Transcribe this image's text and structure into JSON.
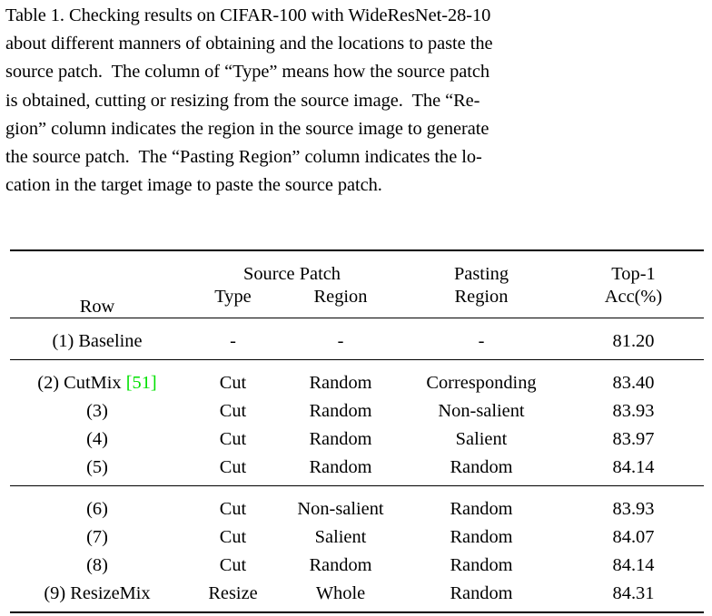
{
  "caption": {
    "label": "Table 1.",
    "lines": [
      "Table 1. Checking results on CIFAR-100 with WideResNet-28-10",
      "about different manners of obtaining and the locations to paste the",
      "source patch.  The column of “Type” means how the source patch",
      "is obtained, cutting or resizing from the source image.  The “Re-",
      "gion” column indicates the region in the source image to generate",
      "the source patch.  The “Pasting Region” column indicates the lo-",
      "cation in the target image to paste the source patch."
    ],
    "full_text": "Table 1. Checking results on CIFAR-100 with WideResNet-28-10 about different manners of obtaining and the locations to paste the source patch. The column of “Type” means how the source patch is obtained, cutting or resizing from the source image. The “Region” column indicates the region in the source image to generate the source patch. The “Pasting Region” column indicates the location in the target image to paste the source patch."
  },
  "table": {
    "header": {
      "row_label": "Row",
      "source_patch_group": "Source Patch",
      "type_label": "Type",
      "region_label": "Region",
      "pasting_line1": "Pasting",
      "pasting_line2": "Region",
      "acc_line1": "Top-1",
      "acc_line2": "Acc(%)"
    },
    "groups": [
      {
        "rows": [
          {
            "row": "(1) Baseline",
            "row_prefix": "(1) ",
            "row_name": "Baseline",
            "citation": "",
            "type": "-",
            "region": "-",
            "pasting": "-",
            "acc": "81.20",
            "acc_bold": false
          }
        ]
      },
      {
        "rows": [
          {
            "row": "(2) CutMix [51]",
            "row_prefix": "(2) ",
            "row_name": "CutMix ",
            "citation": "[51]",
            "citation_number": "51",
            "type": "Cut",
            "region": "Random",
            "pasting": "Corresponding",
            "acc": "83.40",
            "acc_bold": false
          },
          {
            "row": "(3)",
            "row_prefix": "(3)",
            "row_name": "",
            "citation": "",
            "type": "Cut",
            "region": "Random",
            "pasting": "Non-salient",
            "acc": "83.93",
            "acc_bold": false
          },
          {
            "row": "(4)",
            "row_prefix": "(4)",
            "row_name": "",
            "citation": "",
            "type": "Cut",
            "region": "Random",
            "pasting": "Salient",
            "acc": "83.97",
            "acc_bold": false
          },
          {
            "row": "(5)",
            "row_prefix": "(5)",
            "row_name": "",
            "citation": "",
            "type": "Cut",
            "region": "Random",
            "pasting": "Random",
            "acc": "84.14",
            "acc_bold": true
          }
        ]
      },
      {
        "rows": [
          {
            "row": "(6)",
            "row_prefix": "(6)",
            "row_name": "",
            "citation": "",
            "type": "Cut",
            "region": "Non-salient",
            "pasting": "Random",
            "acc": "83.93",
            "acc_bold": false
          },
          {
            "row": "(7)",
            "row_prefix": "(7)",
            "row_name": "",
            "citation": "",
            "type": "Cut",
            "region": "Salient",
            "pasting": "Random",
            "acc": "84.07",
            "acc_bold": false
          },
          {
            "row": "(8)",
            "row_prefix": "(8)",
            "row_name": "",
            "citation": "",
            "type": "Cut",
            "region": "Random",
            "pasting": "Random",
            "acc": "84.14",
            "acc_bold": false
          },
          {
            "row": "(9) ResizeMix",
            "row_prefix": "(9) ",
            "row_name": "ResizeMix",
            "citation": "",
            "type": "Resize",
            "region": "Whole",
            "pasting": "Random",
            "acc": "84.31",
            "acc_bold": true
          }
        ]
      }
    ]
  },
  "colors": {
    "text": "#000000",
    "background": "#ffffff",
    "citation_link": "#00e000",
    "rule": "#000000"
  }
}
